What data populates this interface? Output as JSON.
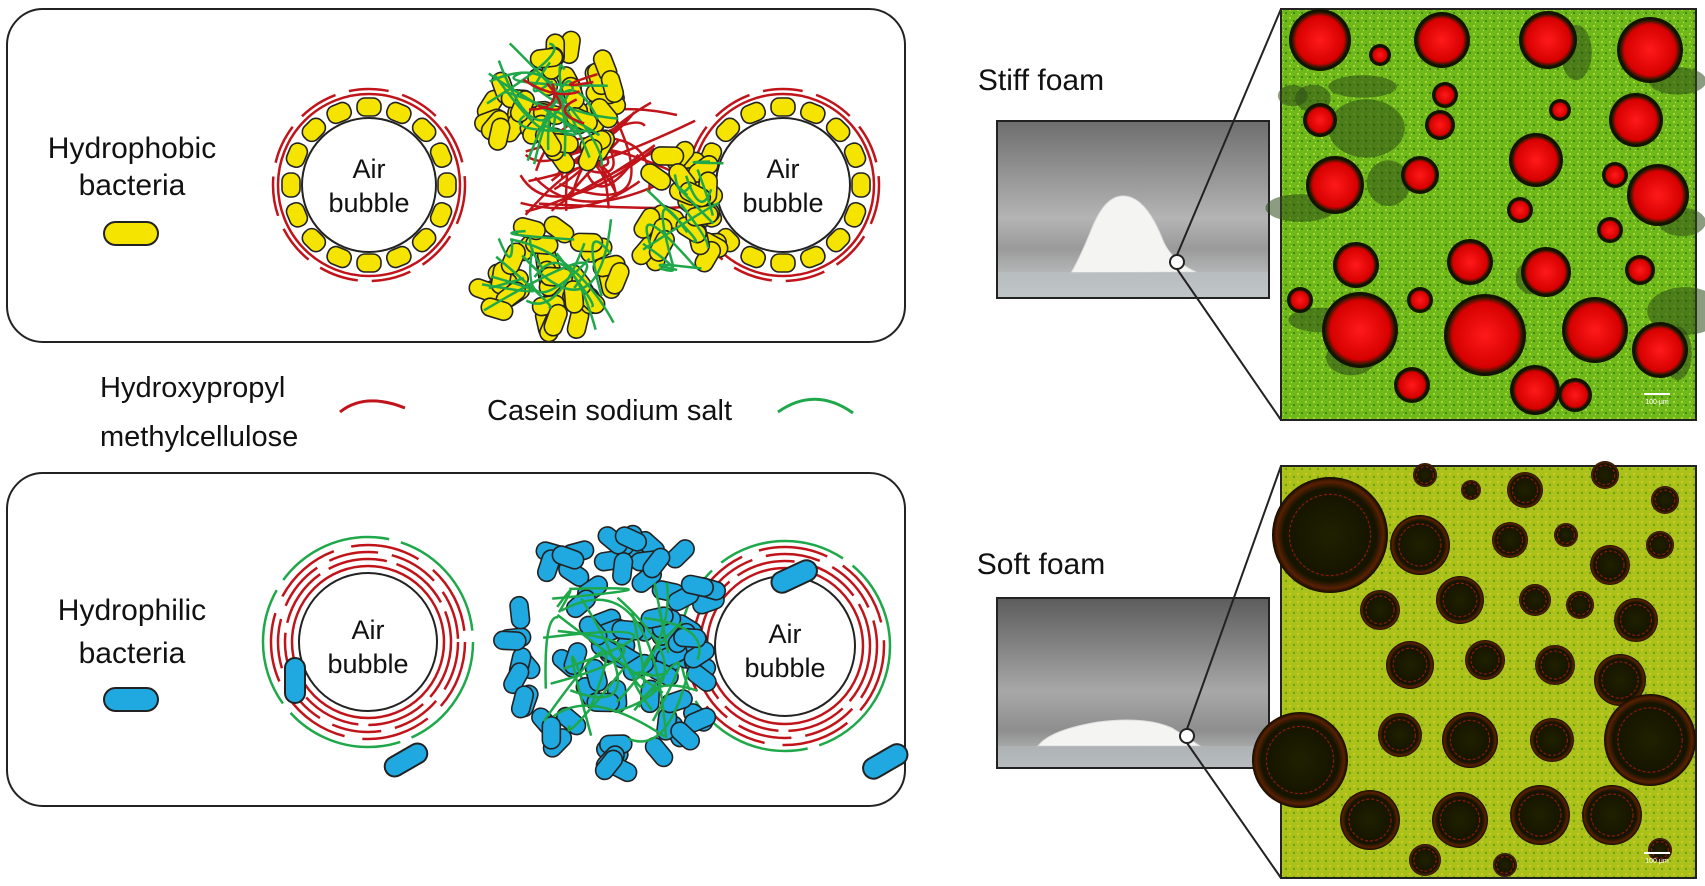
{
  "top_panel": {
    "bacteria_label_line1": "Hydrophobic",
    "bacteria_label_line2": "bacteria",
    "bubble_left_line1": "Air",
    "bubble_left_line2": "bubble",
    "bubble_right_line1": "Air",
    "bubble_right_line2": "bubble",
    "bacteria_color": "#f5e400"
  },
  "legend": {
    "hpmc_line1": "Hydroxypropyl",
    "hpmc_line2": "methylcellulose",
    "hpmc_color": "#c0141a",
    "casein_label": "Casein sodium salt",
    "casein_color": "#1fa84a"
  },
  "bottom_panel": {
    "bacteria_label_line1": "Hydrophilic",
    "bacteria_label_line2": "bacteria",
    "bubble_left_line1": "Air",
    "bubble_left_line2": "bubble",
    "bubble_right_line1": "Air",
    "bubble_right_line2": "bubble",
    "bacteria_color": "#20a8e0"
  },
  "photos": {
    "stiff_label": "Stiff foam",
    "soft_label": "Soft foam",
    "scale_bar_top": "100 µm",
    "scale_bar_bottom": "100 µm"
  }
}
